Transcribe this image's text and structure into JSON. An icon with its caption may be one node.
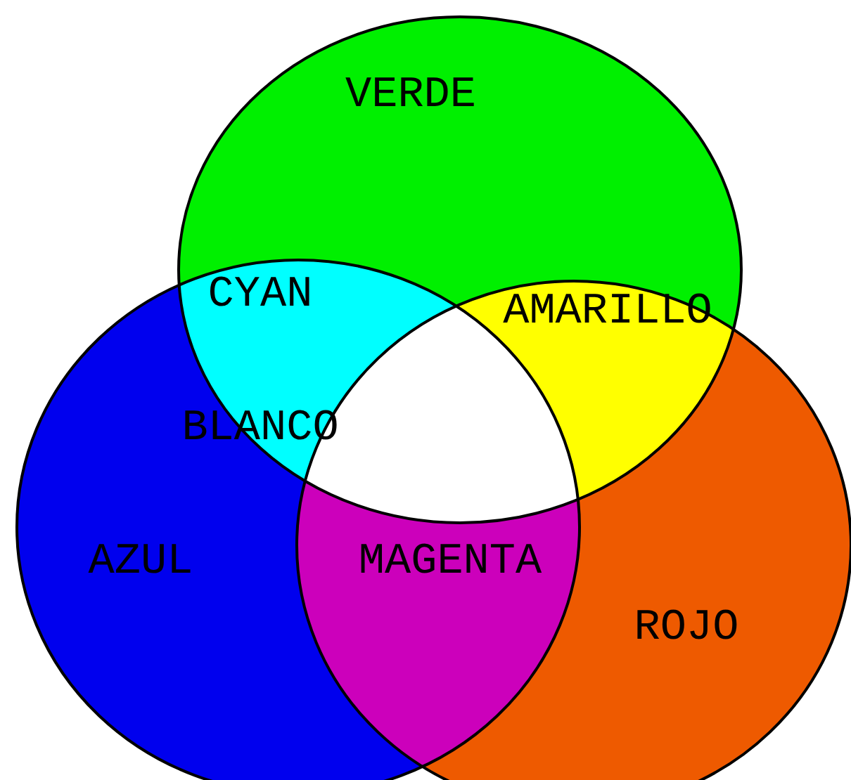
{
  "diagram": {
    "nodes": [
      {
        "text": [
          "VERDE"
        ]
      },
      {
        "text": [
          "AZUL"
        ]
      },
      {
        "text": [
          "ROJO"
        ]
      },
      {
        "text": [
          "CYAN"
        ]
      },
      {
        "text": [
          "AMARILLO"
        ]
      },
      {
        "text": [
          "BLANCO"
        ]
      },
      {
        "text": [
          "MAGENTA"
        ]
      }
    ]
  }
}
